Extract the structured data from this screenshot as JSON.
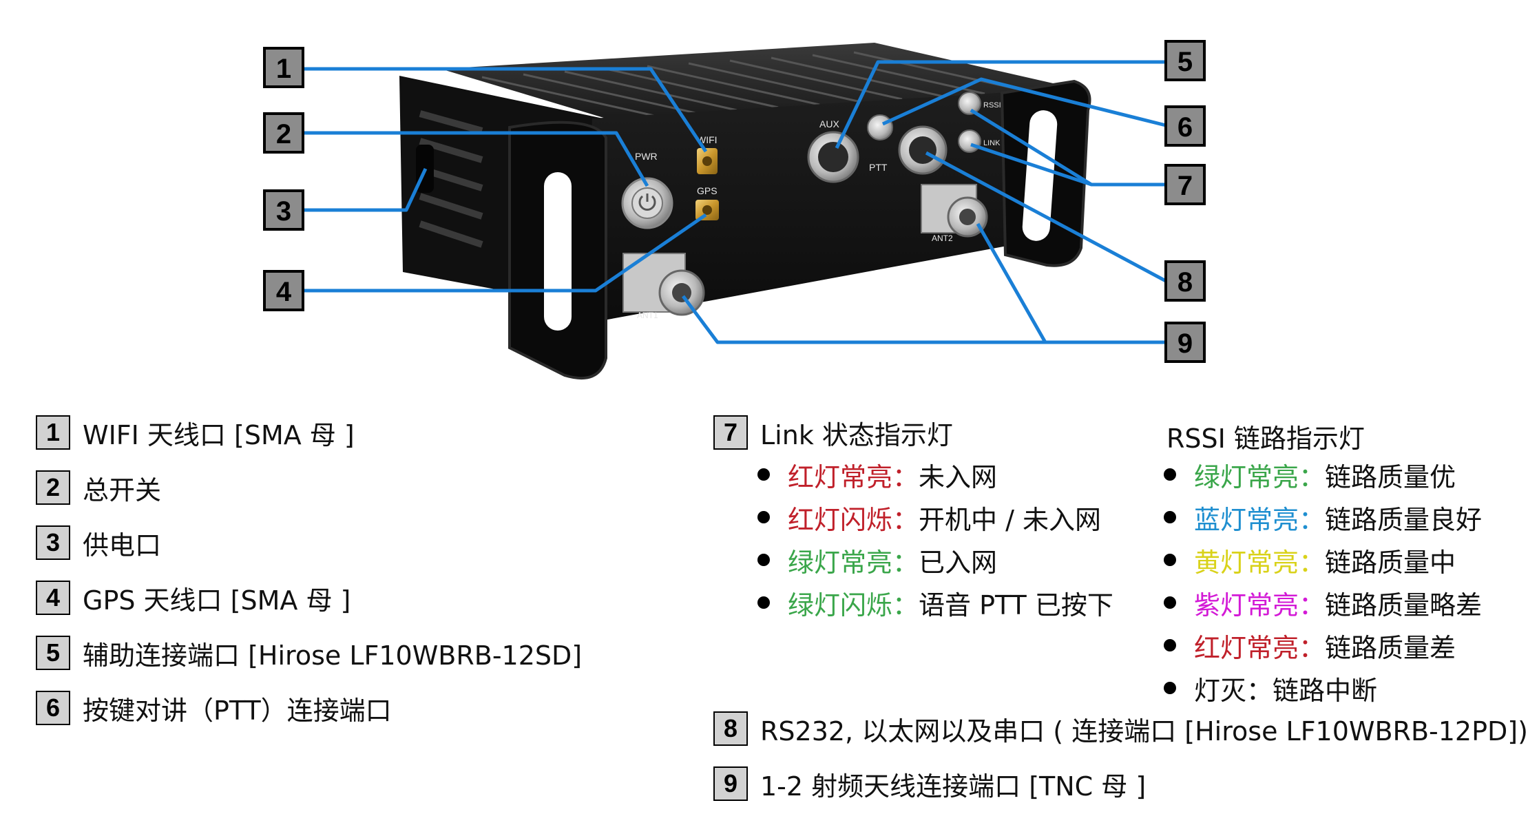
{
  "ports": [
    {
      "num": "1",
      "text": "WIFI 天线口 [SMA 母 ]"
    },
    {
      "num": "2",
      "text": "总开关"
    },
    {
      "num": "3",
      "text": "供电口"
    },
    {
      "num": "4",
      "text": "GPS 天线口 [SMA 母 ]"
    },
    {
      "num": "5",
      "text": "辅助连接端口 [Hirose LF10WBRB-12SD]"
    },
    {
      "num": "6",
      "text": "按键对讲（PTT）连接端口"
    },
    {
      "num": "7",
      "text": "Link 状态指示灯"
    },
    {
      "num": "8",
      "text": "RS232, 以太网以及串口 ( 连接端口 [Hirose LF10WBRB-12PD])"
    },
    {
      "num": "9",
      "text": "1-2 射频天线连接端口 [TNC 母 ]"
    }
  ],
  "link_status": [
    {
      "label": "红灯常亮：",
      "desc": "未入网",
      "color": "#c0202a"
    },
    {
      "label": "红灯闪烁：",
      "desc": "开机中 / 未入网",
      "color": "#c0202a"
    },
    {
      "label": "绿灯常亮：",
      "desc": "已入网",
      "color": "#3aa64a"
    },
    {
      "label": "绿灯闪烁：",
      "desc": "语音 PTT 已按下",
      "color": "#3aa64a"
    }
  ],
  "rssi": {
    "heading": "RSSI 链路指示灯",
    "items": [
      {
        "label": "绿灯常亮：",
        "desc": "链路质量优",
        "color": "#3aa64a"
      },
      {
        "label": "蓝灯常亮：",
        "desc": "链路质量良好",
        "color": "#1f8fd0"
      },
      {
        "label": "黄灯常亮：",
        "desc": "链路质量中",
        "color": "#d9d21a"
      },
      {
        "label": "紫灯常亮：",
        "desc": "链路质量略差",
        "color": "#d31ad6"
      },
      {
        "label": "红灯常亮：",
        "desc": "链路质量差",
        "color": "#c0202a"
      },
      {
        "label": "灯灭：",
        "desc": "链路中断",
        "color": "#111111"
      }
    ]
  },
  "device_labels": {
    "pwr": "PWR",
    "wifi": "WIFI",
    "gps": "GPS",
    "aux": "AUX",
    "ptt": "PTT",
    "rssi": "RSSI",
    "link": "LINK",
    "ant1": "ANT1",
    "ant2": "ANT2"
  },
  "colors": {
    "callout_line": "#1a7fd6",
    "box_fill": "#d2d2d2",
    "device_body": "#141414"
  }
}
